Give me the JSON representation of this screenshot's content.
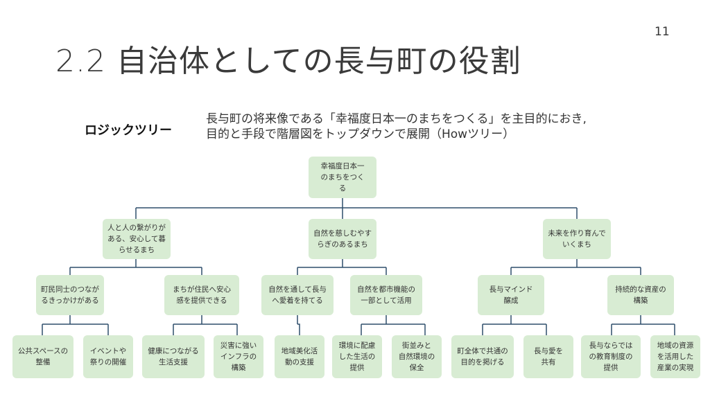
{
  "page_number": "11",
  "title": "2.2 自治体としての長与町の役割",
  "logic_tree_label": "ロジックツリー",
  "description": {
    "line1": "長与町の将来像である「幸福度日本一のまちをつくる」を主目的におき,",
    "line2": "目的と手段で階層図をトップダウンで展開（Howツリー）"
  },
  "tree": {
    "root": {
      "lines": [
        "幸福度日本一",
        "のまちをつく",
        "る"
      ]
    },
    "level1": [
      {
        "lines": [
          "人と人の繋がりが",
          "ある、安心して暮",
          "らせるまち"
        ]
      },
      {
        "lines": [
          "自然を慈しむやす",
          "らぎのあるまち"
        ]
      },
      {
        "lines": [
          "未来を作り育んで",
          "いくまち"
        ]
      }
    ],
    "level2": [
      {
        "lines": [
          "町民同士のつなが",
          "るきっかけがある"
        ]
      },
      {
        "lines": [
          "まちが住民へ安心",
          "感を提供できる"
        ]
      },
      {
        "lines": [
          "自然を通して長与",
          "へ愛着を持てる"
        ]
      },
      {
        "lines": [
          "自然を都市機能の",
          "一部として活用"
        ]
      },
      {
        "lines": [
          "長与マインド",
          "醸成"
        ]
      },
      {
        "lines": [
          "持続的な資産の",
          "構築"
        ]
      }
    ],
    "level3": [
      {
        "lines": [
          "公共スペースの",
          "整備"
        ]
      },
      {
        "lines": [
          "イベントや",
          "祭りの開催"
        ]
      },
      {
        "lines": [
          "健康につながる",
          "生活支援"
        ]
      },
      {
        "lines": [
          "災害に強い",
          "インフラの",
          "構築"
        ]
      },
      {
        "lines": [
          "地域美化活",
          "動の支援"
        ]
      },
      {
        "lines": [
          "環境に配慮",
          "した生活の",
          "提供"
        ]
      },
      {
        "lines": [
          "街並みと",
          "自然環境の",
          "保全"
        ]
      },
      {
        "lines": [
          "町全体で共通の",
          "目的を掲げる"
        ]
      },
      {
        "lines": [
          "長与愛を",
          "共有"
        ]
      },
      {
        "lines": [
          "長与ならでは",
          "の教育制度の",
          "提供"
        ]
      },
      {
        "lines": [
          "地域の資源",
          "を活用した",
          "産業の実現"
        ]
      }
    ]
  }
}
